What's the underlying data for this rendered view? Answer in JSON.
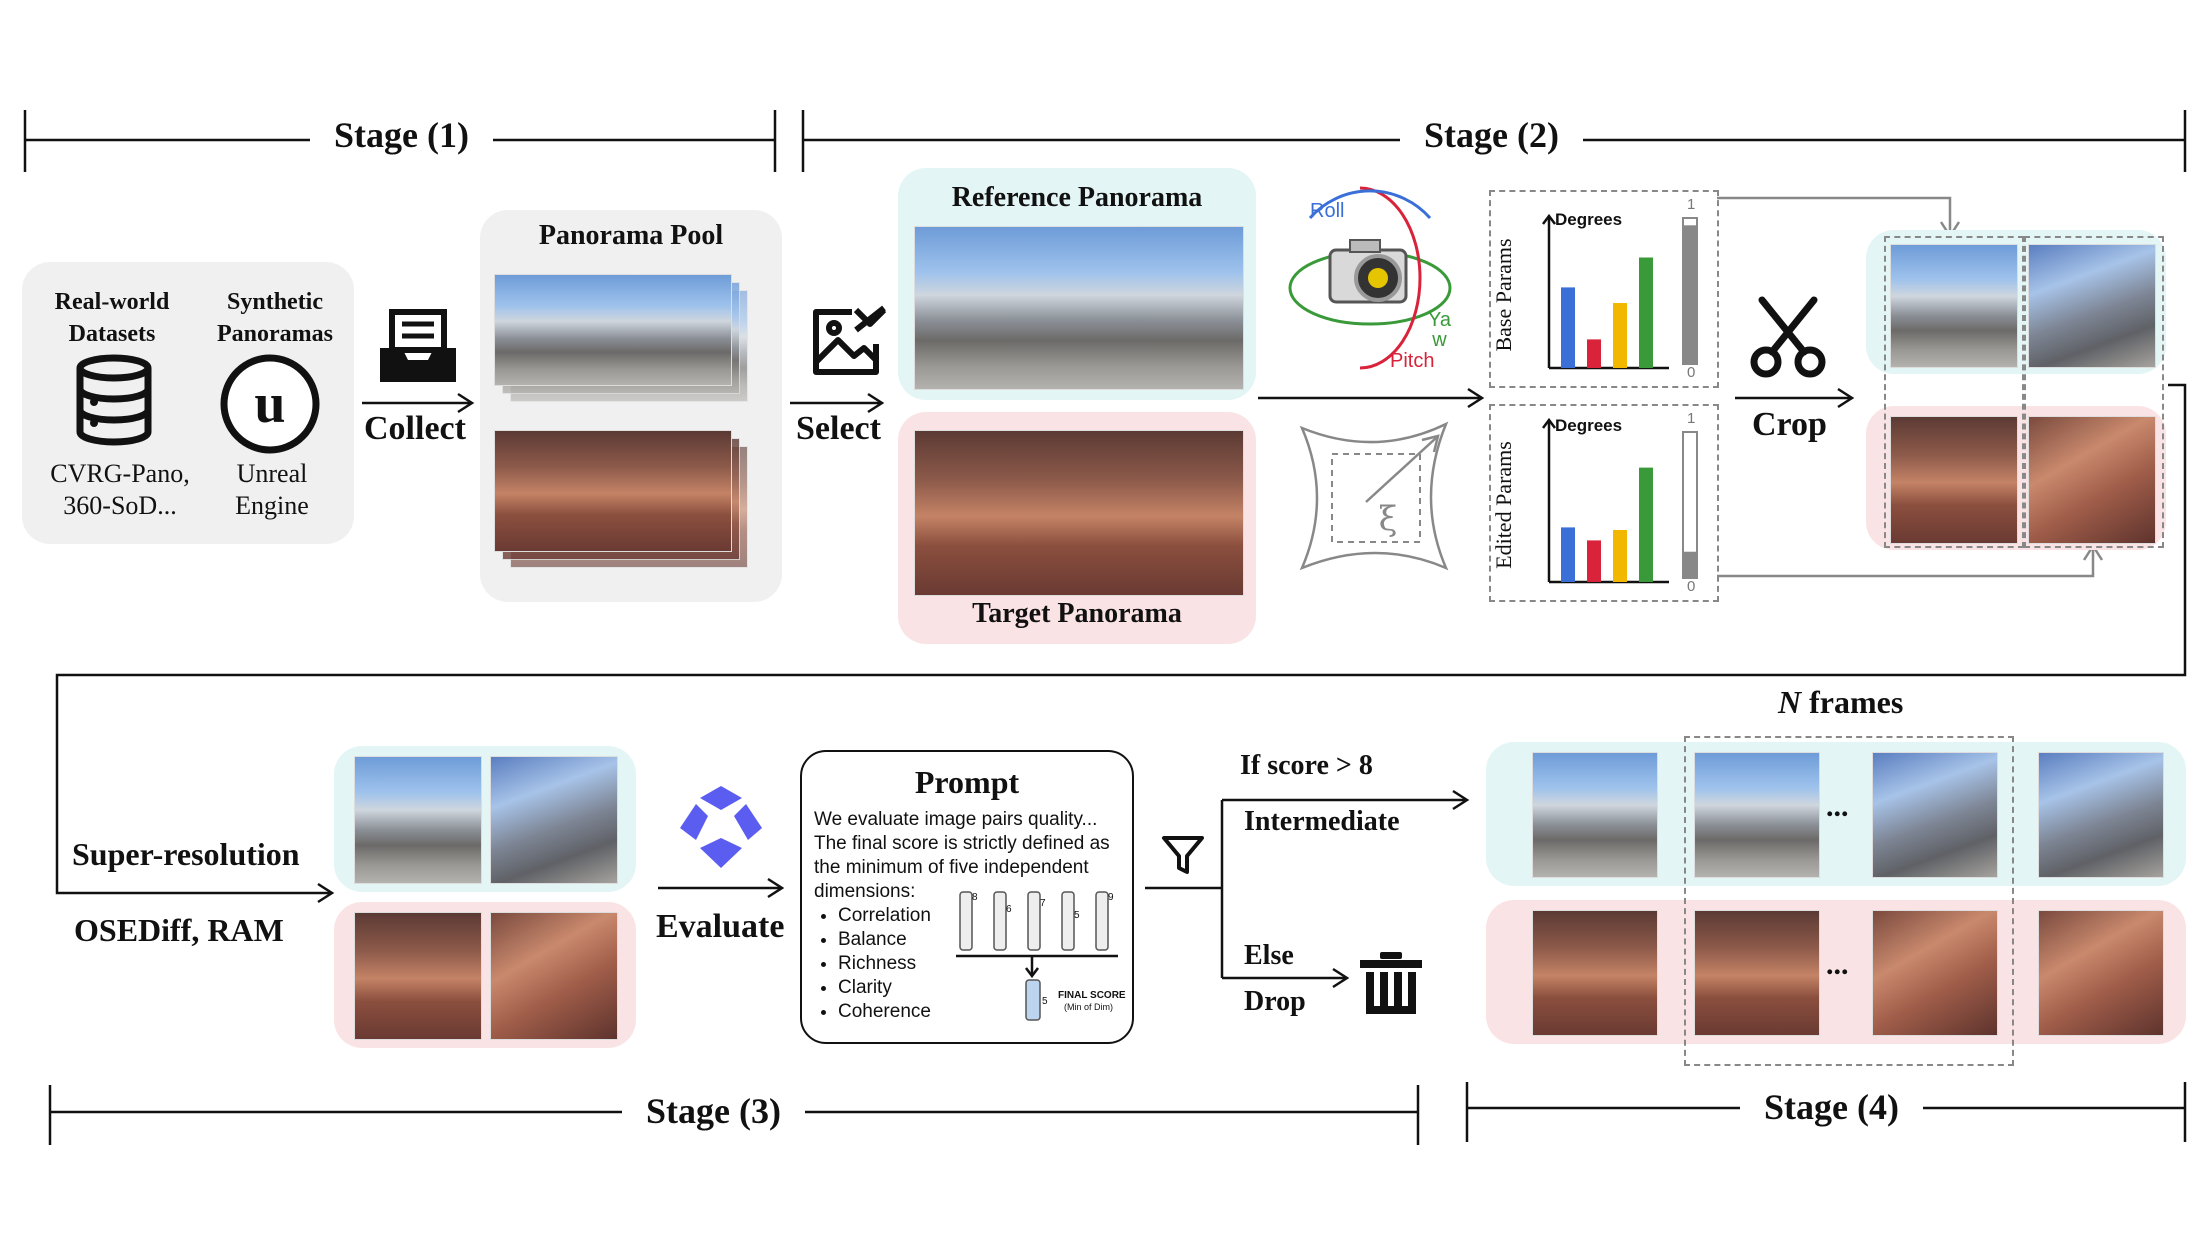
{
  "stages": {
    "s1": "Stage (1)",
    "s2": "Stage (2)",
    "s3": "Stage (3)",
    "s4": "Stage (4)"
  },
  "sources": {
    "real_title_1": "Real-world",
    "real_title_2": "Datasets",
    "real_sub_1": "CVRG-Pano,",
    "real_sub_2": "360-SoD...",
    "synth_title_1": "Synthetic",
    "synth_title_2": "Panoramas",
    "synth_sub_1": "Unreal",
    "synth_sub_2": "Engine"
  },
  "steps": {
    "collect": "Collect",
    "select": "Select",
    "crop": "Crop",
    "super_resolution": "Super-resolution",
    "sr_methods": "OSEDiff, RAM",
    "evaluate": "Evaluate"
  },
  "panels": {
    "pool": "Panorama Pool",
    "reference": "Reference Panorama",
    "target": "Target Panorama"
  },
  "camera": {
    "roll": "Roll",
    "yaw_1": "Ya",
    "yaw_2": "w",
    "pitch": "Pitch"
  },
  "params": {
    "base": "Base Params",
    "edited": "Edited Params",
    "degrees": "Degrees",
    "scale_top": "1",
    "scale_bottom": "0",
    "base_bars": [
      0.62,
      0.22,
      0.5,
      0.85
    ],
    "edited_bars": [
      0.42,
      0.32,
      0.4,
      0.88
    ],
    "base_level": 0.95,
    "edited_level": 0.18,
    "bar_colors": [
      "#3a6fd8",
      "#d8233a",
      "#f2b800",
      "#3a9a3a"
    ]
  },
  "prompt": {
    "title": "Prompt",
    "line1": "We evaluate image pairs quality...",
    "line2": "The final score is strictly defined as",
    "line3": "the minimum of five independent",
    "line4": "dimensions:",
    "criteria": [
      "Correlation",
      "Balance",
      "Richness",
      "Clarity",
      "Coherence"
    ],
    "gauge_values": [
      "8",
      "6",
      "7",
      "5",
      "9"
    ],
    "final_score": "FINAL SCORE",
    "final_sub": "(Min of Dim)",
    "final_value": "5"
  },
  "filter": {
    "condition": "If score > 8",
    "pass": "Intermediate",
    "else": "Else",
    "drop": "Drop"
  },
  "frames": {
    "n": "N",
    "label": " frames",
    "ellipsis": "..."
  }
}
